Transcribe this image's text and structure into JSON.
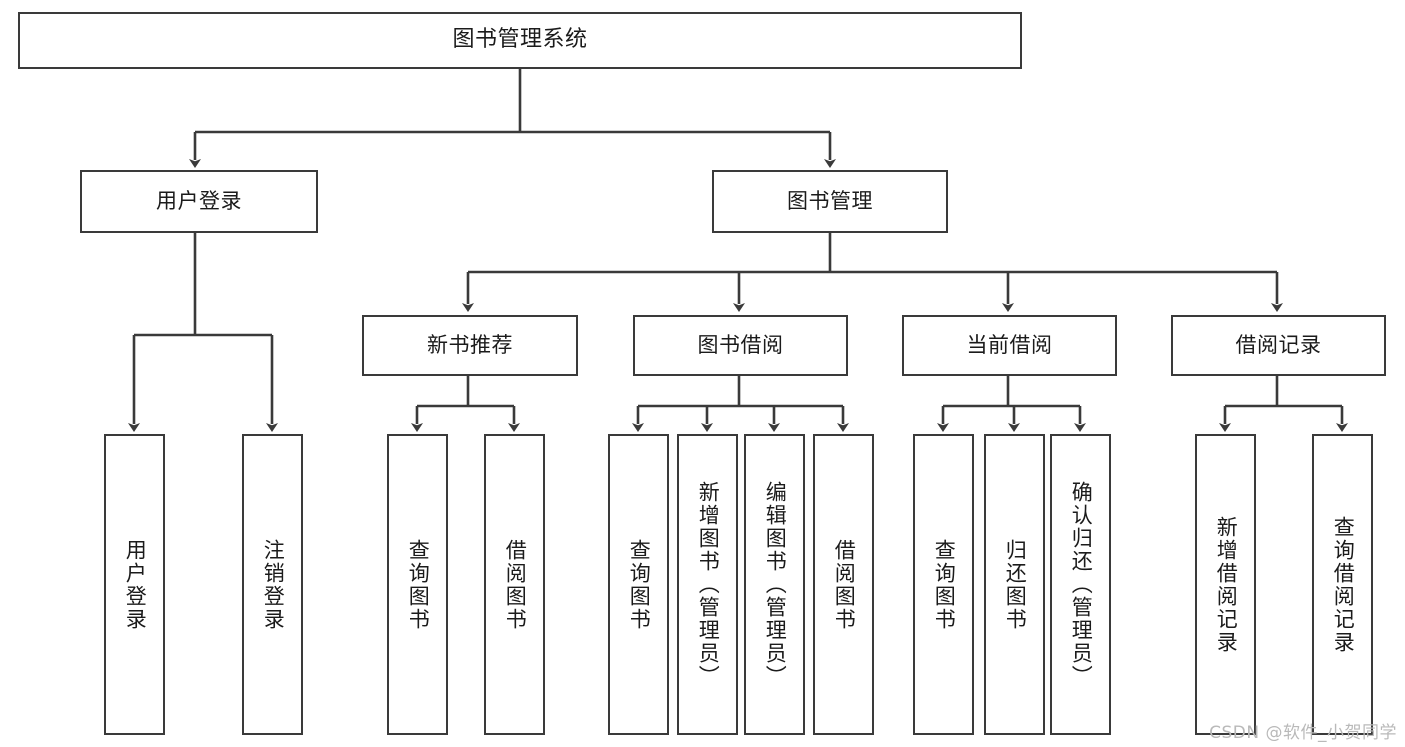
{
  "diagram": {
    "type": "tree-hierarchy",
    "title": "图书管理系统",
    "watermark": "CSDN @软件_小贺同学",
    "colors": {
      "box_border": "#3a3a3a",
      "box_fill": "#ffffff",
      "line": "#3a3a3a",
      "text": "#1b1b1b",
      "watermark": "#b9b9b9"
    },
    "nodes": {
      "root": {
        "label": "图书管理系统",
        "level": 1
      },
      "level2": [
        {
          "id": "user-login",
          "label": "用户登录"
        },
        {
          "id": "book-manage",
          "label": "图书管理"
        }
      ],
      "level3": [
        {
          "id": "new-book-recommend",
          "label": "新书推荐"
        },
        {
          "id": "book-borrow",
          "label": "图书借阅"
        },
        {
          "id": "current-borrow",
          "label": "当前借阅"
        },
        {
          "id": "borrow-record",
          "label": "借阅记录"
        }
      ],
      "leaves": {
        "user-login": [
          {
            "id": "leaf-user-login",
            "label": "用户登录"
          },
          {
            "id": "leaf-logout-login",
            "label": "注销登录"
          }
        ],
        "new-book-recommend": [
          {
            "id": "leaf-query-book-1",
            "label": "查询图书"
          },
          {
            "id": "leaf-borrow-book-1",
            "label": "借阅图书"
          }
        ],
        "book-borrow": [
          {
            "id": "leaf-query-book-2",
            "label": "查询图书"
          },
          {
            "id": "leaf-add-book",
            "label": "新增图书（管理员）"
          },
          {
            "id": "leaf-edit-book",
            "label": "编辑图书（管理员）"
          },
          {
            "id": "leaf-borrow-book-2",
            "label": "借阅图书"
          }
        ],
        "current-borrow": [
          {
            "id": "leaf-query-book-3",
            "label": "查询图书"
          },
          {
            "id": "leaf-return-book",
            "label": "归还图书"
          },
          {
            "id": "leaf-confirm-return",
            "label": "确认归还（管理员）"
          }
        ],
        "borrow-record": [
          {
            "id": "leaf-add-record",
            "label": "新增借阅记录"
          },
          {
            "id": "leaf-query-record",
            "label": "查询借阅记录"
          }
        ]
      }
    }
  }
}
